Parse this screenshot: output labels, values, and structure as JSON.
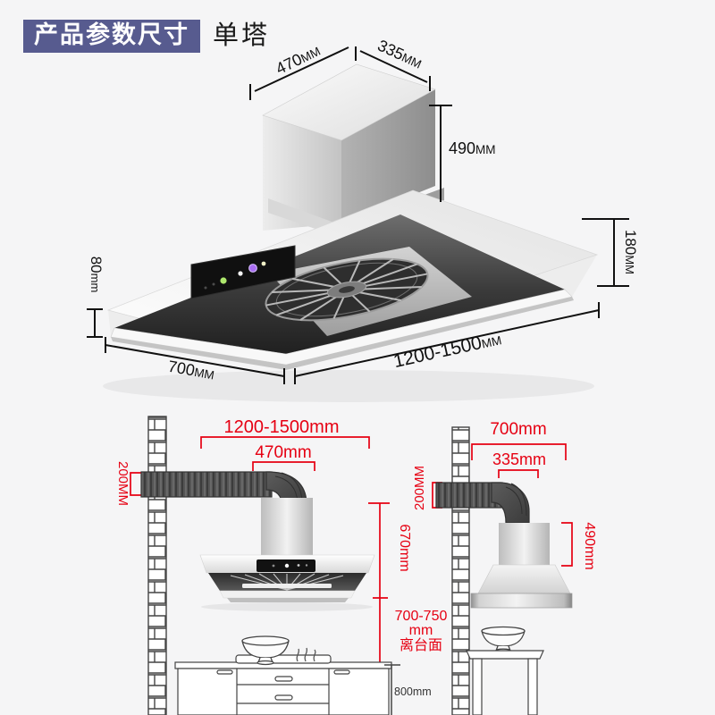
{
  "header": {
    "badge": "产品参数尺寸",
    "model": "单塔"
  },
  "product_dims": {
    "top_width": {
      "v": "470",
      "u": "MM"
    },
    "top_depth": {
      "v": "335",
      "u": "MM"
    },
    "chimney_height": {
      "v": "490",
      "u": "MM"
    },
    "body_height": {
      "v": "180",
      "u": "MM"
    },
    "edge_height": {
      "v": "80",
      "u": "mm"
    },
    "depth": {
      "v": "700",
      "u": "MM"
    },
    "width_range": {
      "v": "1200-1500",
      "u": "MM"
    }
  },
  "front_view": {
    "width_range": "1200-1500mm",
    "hood_width": "470mm",
    "duct_diameter": "200MM",
    "hood_drop": "670mm",
    "clearance_value": "700-750",
    "clearance_unit": "mm",
    "clearance_note": "离台面",
    "counter_height": "800mm"
  },
  "side_view": {
    "depth": "700mm",
    "hood_depth": "335mm",
    "duct_diameter": "200MM",
    "chimney_height": "490mm"
  },
  "colors": {
    "badge_bg": "#575b8f",
    "dim_red": "#e60012",
    "dim_black": "#111111",
    "line_dark": "#444444"
  }
}
